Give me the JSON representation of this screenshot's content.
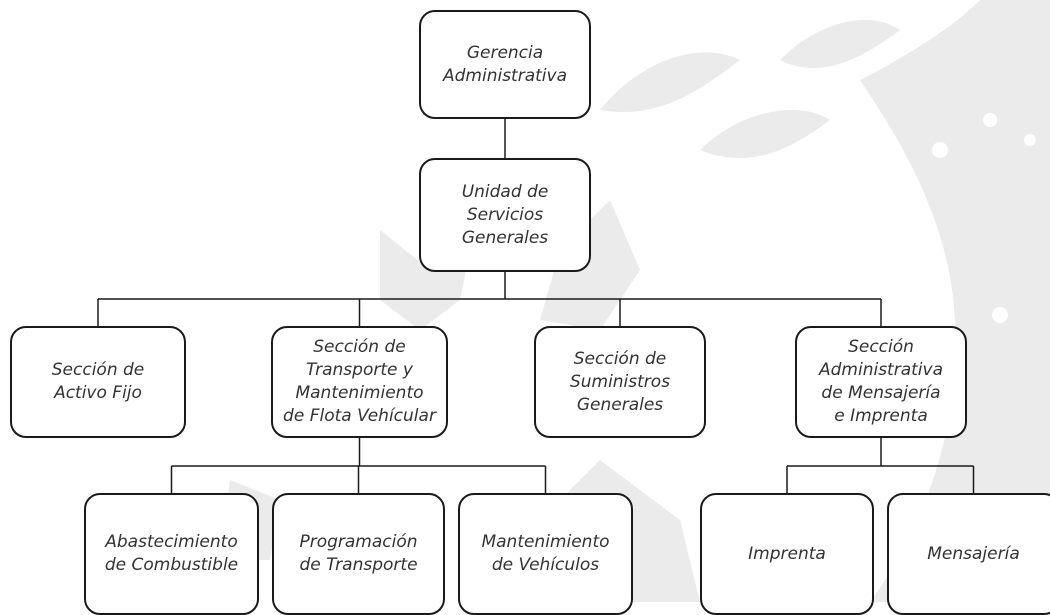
{
  "colors": {
    "background": "#ffffff",
    "box_border": "#1a1a1a",
    "connector": "#1a1a1a",
    "text": "#333333",
    "watermark": "#e9e9e9"
  },
  "nodes": {
    "gerencia": "Gerencia\nAdministrativa",
    "unidad": "Unidad de\nServicios\nGenerales",
    "activo_fijo": "Sección de\nActivo Fijo",
    "transporte": "Sección de\nTransporte y\nMantenimiento\nde Flota Vehícular",
    "suministros": "Sección de\nSuministros\nGenerales",
    "mensajeria_seccion": "Sección\nAdministrativa\nde Mensajería\ne Imprenta",
    "abastecimiento": "Abastecimiento\nde Combustible",
    "programacion": "Programación\nde Transporte",
    "mantenimiento": "Mantenimiento\nde Vehículos",
    "imprenta": "Imprenta",
    "mensajeria": "Mensajería"
  },
  "edges": [
    [
      "gerencia",
      "unidad"
    ],
    [
      "unidad",
      "activo_fijo"
    ],
    [
      "unidad",
      "transporte"
    ],
    [
      "unidad",
      "suministros"
    ],
    [
      "unidad",
      "mensajeria_seccion"
    ],
    [
      "transporte",
      "abastecimiento"
    ],
    [
      "transporte",
      "programacion"
    ],
    [
      "transporte",
      "mantenimiento"
    ],
    [
      "mensajeria_seccion",
      "imprenta"
    ],
    [
      "mensajeria_seccion",
      "mensajeria"
    ]
  ]
}
